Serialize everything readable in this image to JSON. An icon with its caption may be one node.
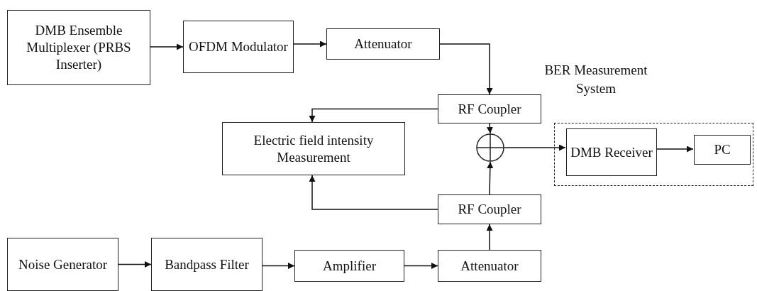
{
  "diagram": {
    "nodes": [
      {
        "text": [
          "DMB Ensemble Multiplexer (PRBS Inserter)"
        ]
      },
      {
        "text": [
          "OFDM Modulator"
        ]
      },
      {
        "text": [
          "Attenuator"
        ]
      },
      {
        "text": [
          "RF Coupler"
        ]
      },
      {
        "text": [
          "Electric field intensity Measurement"
        ]
      },
      {
        "text": [],
        "shape": "circle"
      },
      {
        "text": [
          "BER Measurement System"
        ]
      },
      {
        "text": [
          "DMB Receiver"
        ],
        "in": 6
      },
      {
        "text": [
          "PC"
        ],
        "in": 6
      },
      {
        "text": [
          "RF Coupler"
        ]
      },
      {
        "text": [
          "Noise Generator"
        ]
      },
      {
        "text": [
          "Bandpass Filter"
        ]
      },
      {
        "text": [
          "Amplifier"
        ]
      },
      {
        "text": [
          "Attenuator"
        ]
      }
    ],
    "edges": [
      {
        "from": 0,
        "to": 1,
        "arrow": "to"
      },
      {
        "from": 1,
        "to": 2,
        "arrow": "to"
      },
      {
        "from": 2,
        "to": 3,
        "arrow": "to"
      },
      {
        "from": 3,
        "to": 4,
        "arrow": "to"
      },
      {
        "from": 3,
        "to": 5,
        "arrow": "to"
      },
      {
        "from": 5,
        "to": 7,
        "arrow": "to"
      },
      {
        "from": 7,
        "to": 8,
        "arrow": "to"
      },
      {
        "from": 9,
        "to": 4,
        "arrow": "to"
      },
      {
        "from": 9,
        "to": 5,
        "arrow": "to"
      },
      {
        "from": 10,
        "to": 11,
        "arrow": "to"
      },
      {
        "from": 11,
        "to": 12,
        "arrow": "to"
      },
      {
        "from": 12,
        "to": 13,
        "arrow": "to"
      },
      {
        "from": 13,
        "to": 9,
        "arrow": "to"
      }
    ]
  }
}
